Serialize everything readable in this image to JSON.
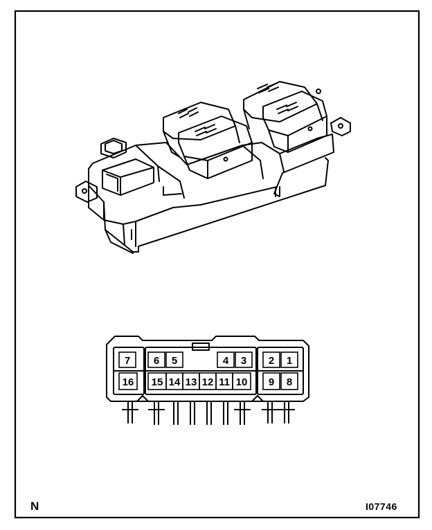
{
  "figure": {
    "view_marker": "N",
    "figure_code": "I07746"
  },
  "connector": {
    "top_row": [
      "7",
      "6",
      "5",
      "4",
      "3",
      "2",
      "1"
    ],
    "bottom_row": [
      "16",
      "15",
      "14",
      "13",
      "12",
      "11",
      "10",
      "9",
      "8"
    ]
  }
}
